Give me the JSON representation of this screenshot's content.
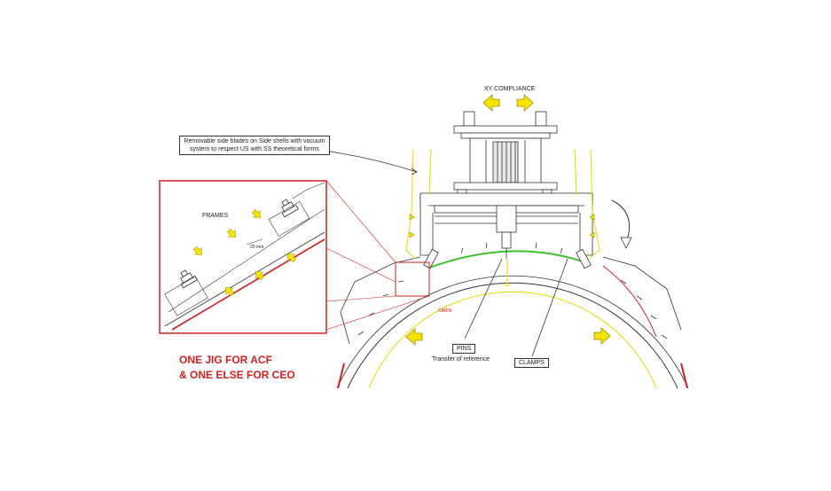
{
  "labels": {
    "xy_compliance": "XY COMPLIANCE",
    "side_blades_note": "Removable side blades on Side shells with vacuum system to respect US with SS theoretical  forms",
    "frames": "FRAMES",
    "dimension": "20 mm",
    "cabin": "CABIN",
    "pins": "PINS",
    "transfer_of_reference": "Transfer of reference",
    "clamps": "CLAMPS",
    "jig_line_1": "ONE JIG FOR ACF",
    "jig_line_2": "& ONE ELSE FOR CEO"
  },
  "colors": {
    "arrow_yellow": "#f5e400",
    "arrow_outline": "#9a8f00",
    "red": "#d0211f",
    "green": "#3fbf2f",
    "line": "#333333"
  },
  "icons": [
    "move-arrow-icon",
    "rotation-arrow-icon",
    "vacuum-pad-icon"
  ]
}
